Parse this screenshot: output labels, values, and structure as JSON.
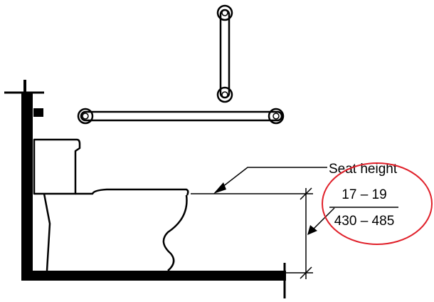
{
  "labels": {
    "seat_height": "Seat height",
    "dim_inches": "17 – 19",
    "dim_mm": "430 – 485"
  },
  "colors": {
    "line": "#000000",
    "highlight_circle": "#e0202a",
    "background": "#ffffff"
  }
}
